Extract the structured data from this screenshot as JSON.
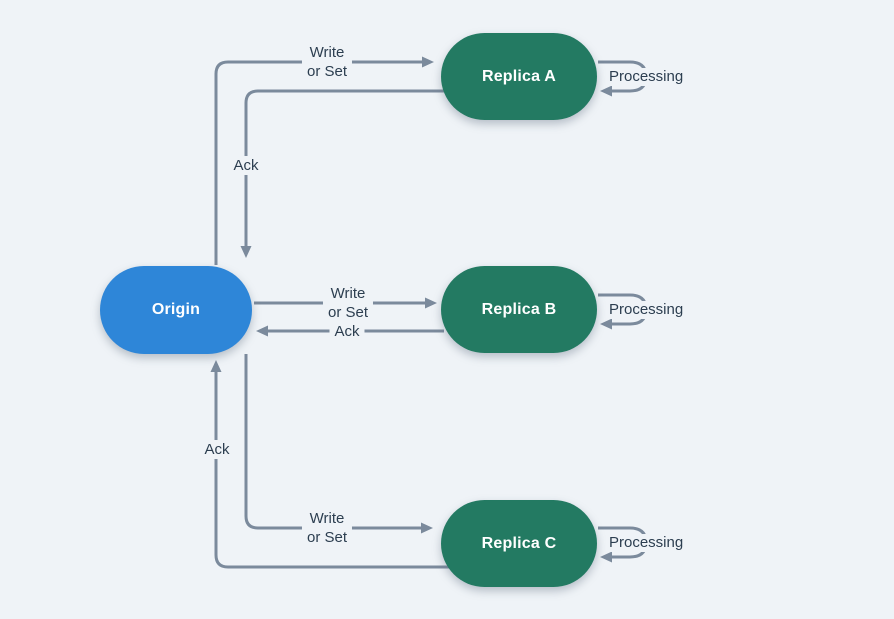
{
  "diagram": {
    "colors": {
      "background": "#eff3f7",
      "arrow": "#7b8a9c",
      "label_text": "#2c3e50",
      "origin_fill": "#2e86d8",
      "replica_fill": "#237a62",
      "node_text": "#ffffff"
    },
    "nodes": {
      "origin": {
        "label": "Origin"
      },
      "replica_a": {
        "label": "Replica A"
      },
      "replica_b": {
        "label": "Replica B"
      },
      "replica_c": {
        "label": "Replica C"
      }
    },
    "edges": {
      "origin_to_replica_a": {
        "label_line1": "Write",
        "label_line2": "or Set"
      },
      "replica_a_to_origin": {
        "label": "Ack"
      },
      "origin_to_replica_b": {
        "label_line1": "Write",
        "label_line2": "or Set"
      },
      "replica_b_to_origin": {
        "label": "Ack"
      },
      "origin_to_replica_c": {
        "label_line1": "Write",
        "label_line2": "or Set"
      },
      "replica_c_to_origin": {
        "label": "Ack"
      },
      "replica_a_loop": {
        "label": "Processing"
      },
      "replica_b_loop": {
        "label": "Processing"
      },
      "replica_c_loop": {
        "label": "Processing"
      }
    }
  }
}
